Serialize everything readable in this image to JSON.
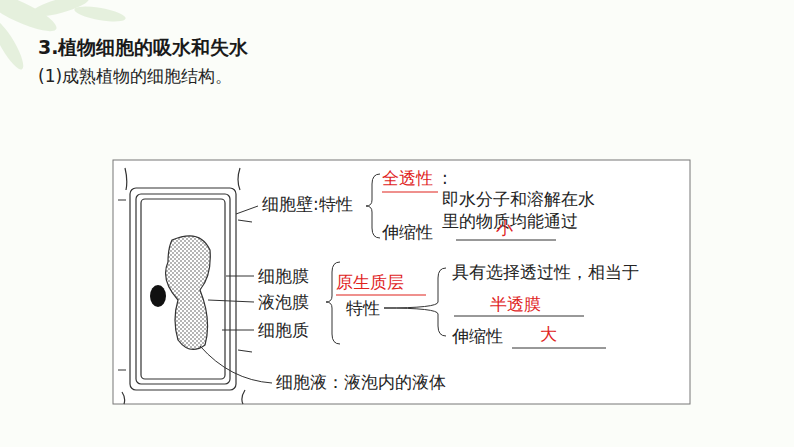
{
  "diagram": {
    "title": "3.植物细胞的吸水和失水",
    "labels": [
      "(1)成熟植物的细胞结构。",
      "细胞壁:特性",
      "全透性",
      ": 即水分子和溶解在水 里的物质均能通过",
      "伸缩性",
      "小",
      "细胞膜",
      "液泡膜",
      "细胞质",
      "原生质层",
      "特性",
      "具有选择透过性，相当于",
      "半透膜",
      "伸缩性",
      "大",
      "细胞液：液泡内的液体"
    ]
  }
}
